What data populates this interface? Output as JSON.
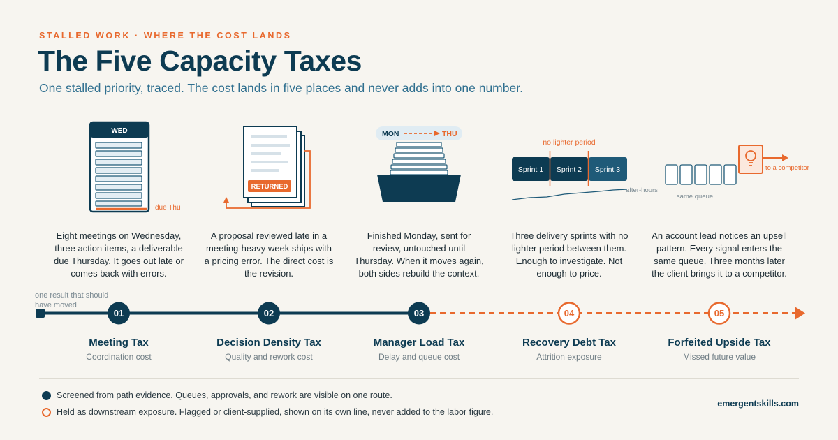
{
  "header": {
    "eyebrow": "STALLED WORK · WHERE THE COST LANDS",
    "title": "The Five Capacity Taxes",
    "subtitle": "One stalled priority, traced. The cost lands in five places and never adds into one number."
  },
  "colors": {
    "navy": "#0d3b52",
    "orange": "#e8692e",
    "teal": "#1f5a78",
    "background": "#f7f5f0"
  },
  "illustrations": {
    "calendar": {
      "header": "WED",
      "due_label": "due Thu",
      "icon": "calendar-icon"
    },
    "documents": {
      "stamp": "RETURNED",
      "icon": "document-stack-icon"
    },
    "stack": {
      "from": "MON",
      "to": "THU",
      "icon": "paper-tray-icon"
    },
    "sprints": {
      "note": "no lighter period",
      "items": [
        "Sprint 1",
        "Sprint 2",
        "Sprint 3"
      ],
      "after_label": "after-hours"
    },
    "queue": {
      "label": "same queue",
      "exit_label": "to a competitor",
      "icon": "lightbulb-icon"
    }
  },
  "descriptions": [
    "Eight meetings on Wednesday, three action items, a deliverable due Thursday. It goes out late or comes back with errors.",
    "A proposal reviewed late in a meeting-heavy week ships with a pricing error. The direct cost is the revision.",
    "Finished Monday, sent for review, untouched until Thursday. When it moves again, both sides rebuild the context.",
    "Three delivery sprints with no lighter period between them. Enough to investigate. Not enough to price.",
    "An account lead notices an upsell pattern. Every signal enters the same queue. Three months later the client brings it to a competitor."
  ],
  "timeline": {
    "start_note": "one result that should have moved",
    "nodes": [
      {
        "num": "01",
        "title": "Meeting Tax",
        "sub": "Coordination cost",
        "kind": "screened"
      },
      {
        "num": "02",
        "title": "Decision Density Tax",
        "sub": "Quality and rework cost",
        "kind": "screened"
      },
      {
        "num": "03",
        "title": "Manager Load Tax",
        "sub": "Delay and queue cost",
        "kind": "screened"
      },
      {
        "num": "04",
        "title": "Recovery Debt Tax",
        "sub": "Attrition exposure",
        "kind": "exposure"
      },
      {
        "num": "05",
        "title": "Forfeited Upside Tax",
        "sub": "Missed future value",
        "kind": "exposure"
      }
    ]
  },
  "legend": {
    "screened": "Screened from path evidence. Queues, approvals, and rework are visible on one route.",
    "exposure": "Held as downstream exposure. Flagged or client-supplied, shown on its own line, never added to the labor figure."
  },
  "brand": "emergentskills.com"
}
